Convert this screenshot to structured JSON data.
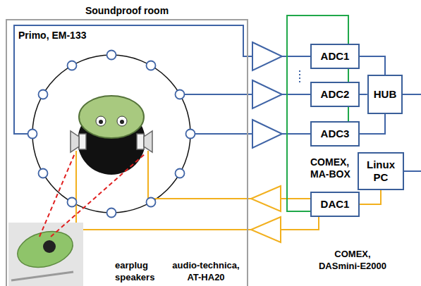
{
  "diagram": {
    "nodes": [
      {
        "text": [
          "Soundproof room"
        ]
      },
      {
        "text": [
          "ADC1"
        ]
      },
      {
        "text": [
          "ADC2"
        ]
      },
      {
        "text": [
          "ADC3"
        ]
      },
      {
        "text": [
          "HUB"
        ]
      },
      {
        "text": [
          "Linux PC"
        ]
      },
      {
        "text": [
          "DAC1"
        ]
      }
    ],
    "edges": [
      {
        "from": 1,
        "to": 4,
        "arrow": "none"
      },
      {
        "from": 2,
        "to": 4,
        "arrow": "none"
      },
      {
        "from": 3,
        "to": 4,
        "arrow": "none"
      },
      {
        "from": 6,
        "to": 5,
        "arrow": "none"
      },
      {
        "from": 6,
        "to": 1,
        "arrow": "none"
      },
      {
        "from": 1,
        "to": 2,
        "arrow": "none"
      },
      {
        "from": 2,
        "to": 3,
        "arrow": "none"
      }
    ],
    "labels": [
      "Primo, EM-133",
      "COMEX, MA-BOX",
      "earplug speakers",
      "audio-technica, AT-HA20",
      "COMEX, DASmini-E2000"
    ]
  }
}
